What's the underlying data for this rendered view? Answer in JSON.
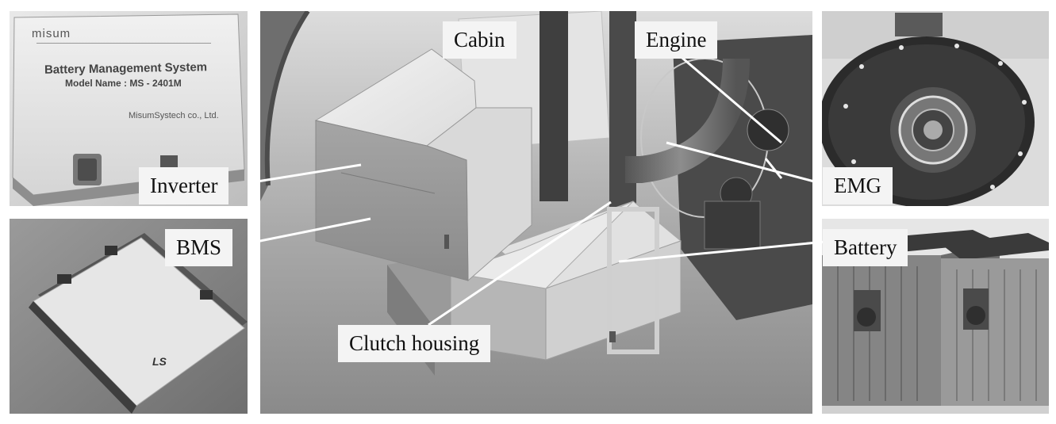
{
  "bms_device": {
    "brand": "misum",
    "title": "Battery Management System",
    "model": "Model Name : MS - 2401M",
    "maker": "MisumSystech co., Ltd."
  },
  "inverter_device": {
    "brand": "LS"
  },
  "labels": {
    "cabin": "Cabin",
    "engine": "Engine",
    "inverter": "Inverter",
    "bms": "BMS",
    "emg": "EMG",
    "battery": "Battery",
    "clutch_housing": "Clutch housing"
  }
}
